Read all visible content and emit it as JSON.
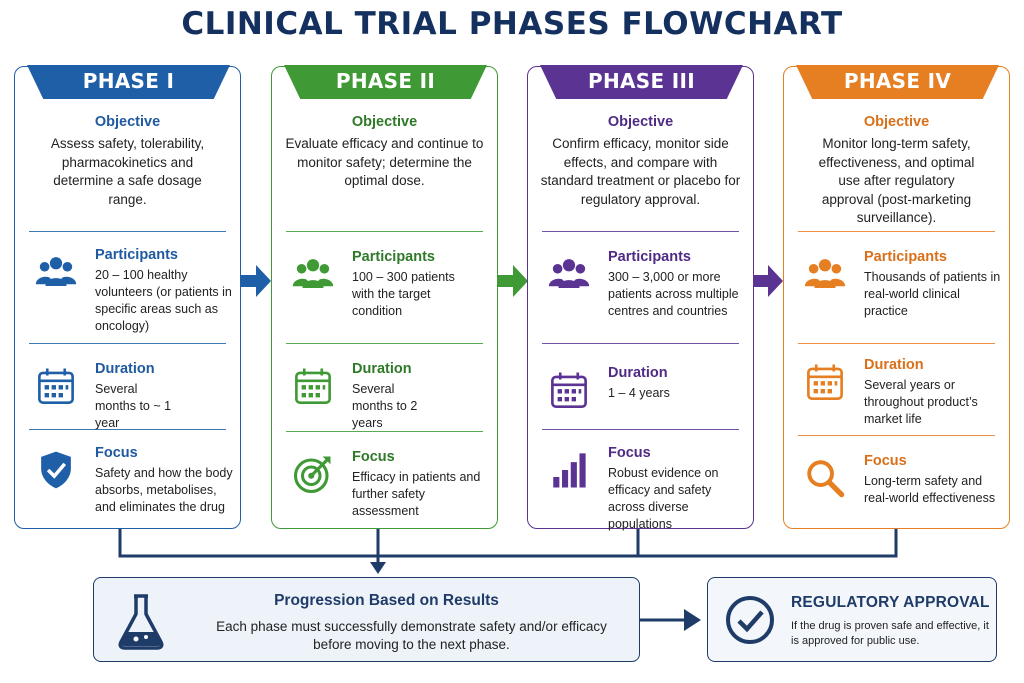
{
  "title": "CLINICAL TRIAL PHASES FLOWCHART",
  "labels": {
    "objective": "Objective",
    "participants": "Participants",
    "duration": "Duration",
    "focus": "Focus"
  },
  "phases": [
    {
      "name": "PHASE I",
      "color": "#1f5fa8",
      "heading_color": "#1f5aa0",
      "objective": "Assess safety, tolerability, pharmacokinetics and determine a safe dosage range.",
      "participants": "20 – 100 healthy volunteers (or patients in specific areas such as oncology)",
      "duration": "Several months to ~ 1 year",
      "focus": "Safety and how the body absorbs, metabolises, and eliminates the drug",
      "focus_icon": "shield-check-icon"
    },
    {
      "name": "PHASE II",
      "color": "#3f9a35",
      "heading_color": "#2f7a28",
      "objective": "Evaluate efficacy and continue to monitor safety; determine the optimal dose.",
      "participants": "100 – 300 patients with the target condition",
      "duration": "Several months to 2 years",
      "focus": "Efficacy in patients and further safety assessment",
      "focus_icon": "target-icon"
    },
    {
      "name": "PHASE III",
      "color": "#5b3393",
      "heading_color": "#4f2b85",
      "objective": "Confirm efficacy, monitor side effects, and compare with standard treatment or placebo for regulatory approval.",
      "participants": "300 – 3,000 or more patients across multiple centres and countries",
      "duration": "1 – 4 years",
      "focus": "Robust evidence on efficacy and safety across diverse populations",
      "focus_icon": "bar-chart-icon"
    },
    {
      "name": "PHASE IV",
      "color": "#e67e22",
      "heading_color": "#d9701a",
      "objective": "Monitor long-term safety, effectiveness, and optimal use after regulatory approval (post-marketing surveillance).",
      "participants": "Thousands of patients in real-world clinical practice",
      "duration": "Several years or throughout product’s market life",
      "focus": "Long-term safety and real-world effectiveness",
      "focus_icon": "magnifier-icon"
    }
  ],
  "progression": {
    "title": "Progression Based on Results",
    "text": "Each phase must successfully demonstrate safety and/or efficacy before moving to the next phase."
  },
  "approval": {
    "title": "REGULATORY APPROVAL",
    "text": "If the drug is proven safe and effective, it is approved for public use."
  },
  "navy": "#1f3b68"
}
